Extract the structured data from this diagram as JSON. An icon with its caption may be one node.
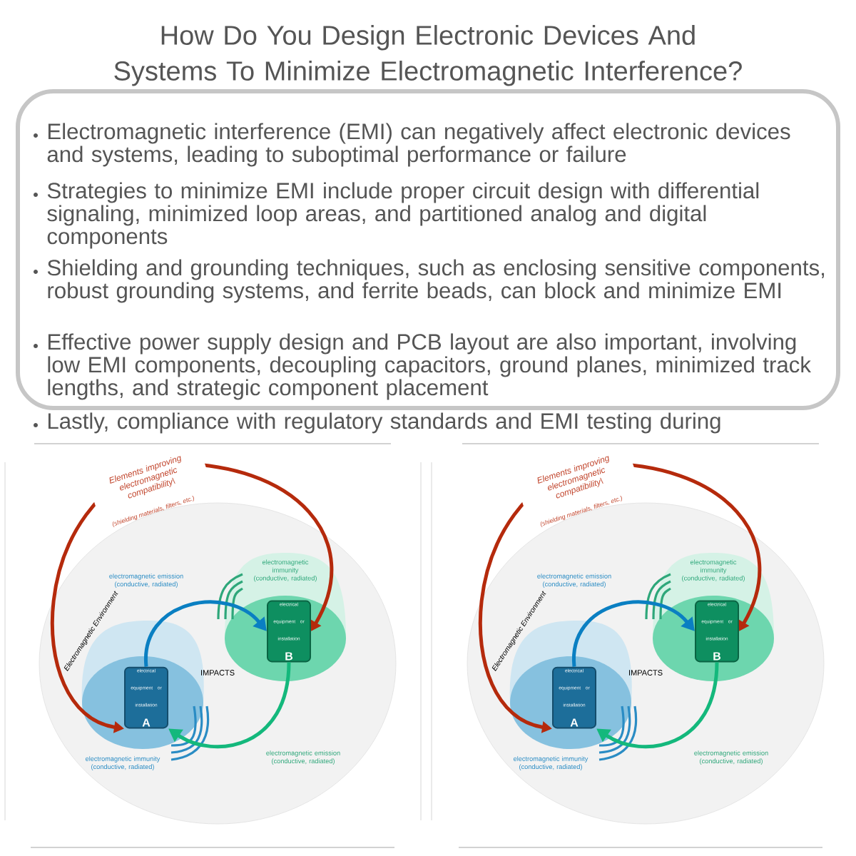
{
  "diagram": {
    "title": "How Do You Design Electronic Devices And Systems To Minimize Electromagnetic Interference?",
    "nodes": [
      {
        "text": [
          "Electromagnetic Environment"
        ]
      },
      {
        "text": [
          "electrical equipment or installation",
          "A"
        ],
        "in": 0
      },
      {
        "text": [
          "electrical equipment or installation",
          "B"
        ],
        "in": 0
      },
      {
        "text": [
          "Electromagnetic Environment"
        ]
      },
      {
        "text": [
          "electrical equipment or installation",
          "A"
        ],
        "in": 3
      },
      {
        "text": [
          "electrical equipment or installation",
          "B"
        ],
        "in": 3
      }
    ],
    "edges": [
      {
        "from": 1,
        "to": 2,
        "arrow": "to",
        "label": "electromagnetic emission (conductive, radiated)",
        "color": "#0a7fc2"
      },
      {
        "from": 2,
        "to": 1,
        "arrow": "to",
        "label": "electromagnetic emission (conductive, radiated)",
        "color": "#14b87c"
      },
      {
        "from": 1,
        "to": 2,
        "arrow": "both",
        "label": "Elements improving electromagnetic compatibility\\",
        "color": "#b52a0c"
      },
      {
        "from": 4,
        "to": 5,
        "arrow": "to",
        "label": "electromagnetic emission (conductive, radiated)",
        "color": "#0a7fc2"
      },
      {
        "from": 5,
        "to": 4,
        "arrow": "to",
        "label": "electromagnetic emission (conductive, radiated)",
        "color": "#14b87c"
      },
      {
        "from": 4,
        "to": 5,
        "arrow": "both",
        "label": "Elements improving electromagnetic compatibility\\",
        "color": "#b52a0c"
      }
    ],
    "labels": [
      "Electromagnetic interference (EMI) can negatively affect electronic devices and systems, leading to suboptimal performance or failure",
      "Strategies to minimize EMI include proper circuit design with differential signaling, minimized loop areas, and partitioned analog and digital components",
      "Shielding and grounding techniques, such as enclosing sensitive components, robust grounding systems, and ferrite beads, can block and minimize EMI",
      "Effective power supply design and PCB layout are also important, involving low EMI components, decoupling capacitors, ground planes, minimized track lengths, and strategic component placement",
      "Lastly, compliance with regulatory standards and EMI testing during",
      "(shielding materials, filters, etc.)",
      "electromagnetic immunity (conductive, radiated)",
      "IMPACTS",
      "electromagnetic immunity (conductive, radiated)",
      "(shielding materials, filters, etc.)",
      "electromagnetic immunity (conductive, radiated)",
      "IMPACTS",
      "electromagnetic immunity (conductive, radiated)"
    ]
  }
}
